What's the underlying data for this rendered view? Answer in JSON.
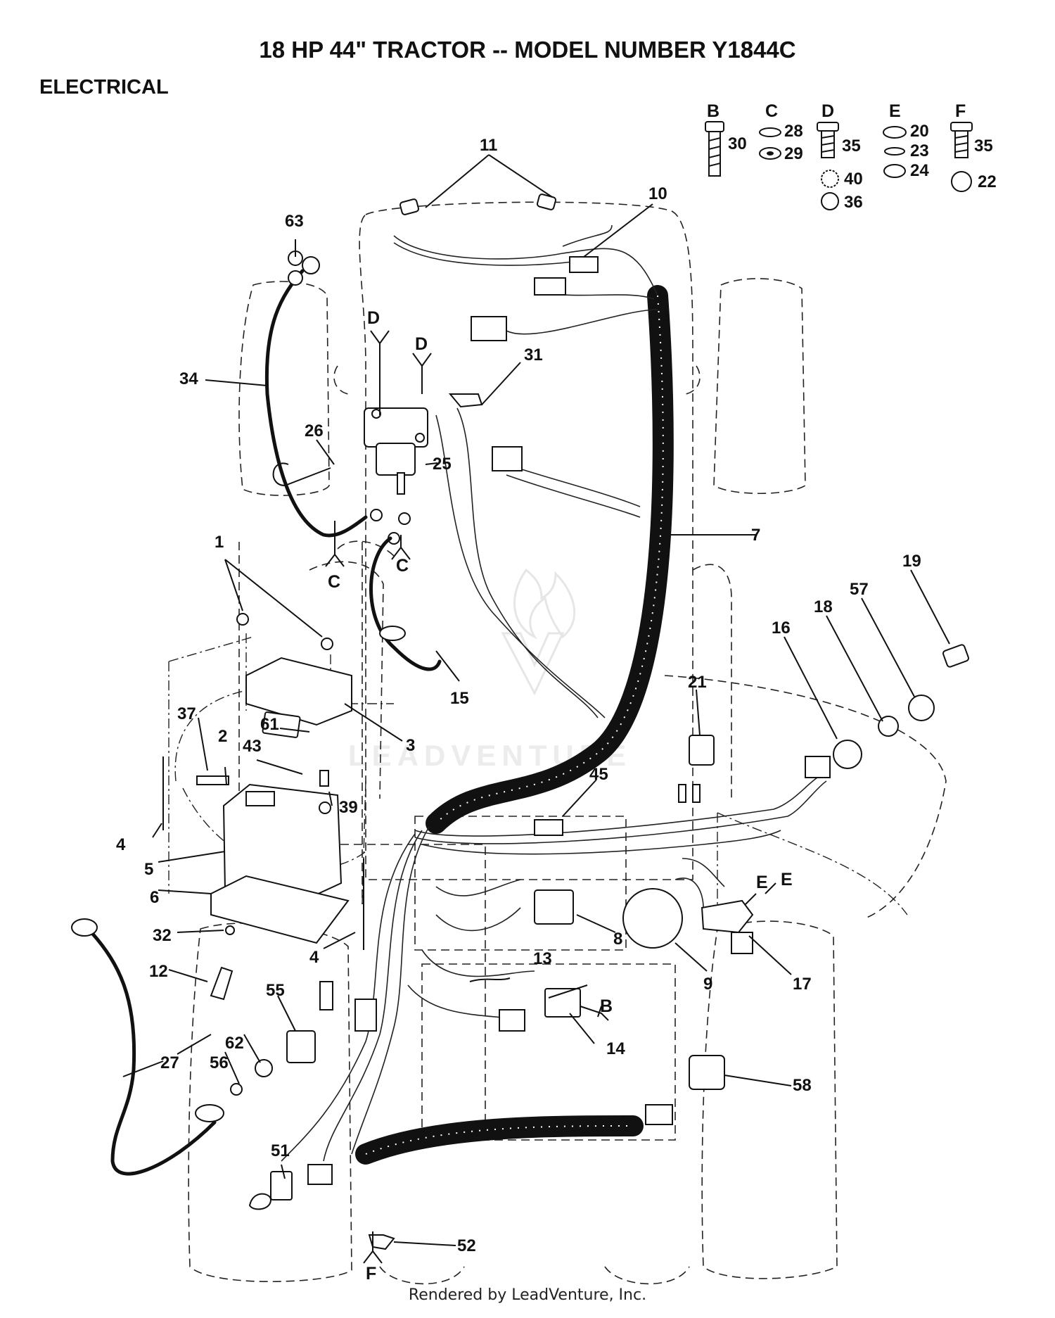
{
  "header": {
    "title": "18 HP 44\" TRACTOR -- MODEL NUMBER Y1844C",
    "section": "ELECTRICAL"
  },
  "footer": {
    "credit": "Rendered by LeadVenture, Inc."
  },
  "watermark": {
    "text": "LEADVENTURE"
  },
  "hardware_legend": {
    "B": {
      "letter": "B",
      "parts": [
        "30"
      ]
    },
    "C": {
      "letter": "C",
      "parts": [
        "28",
        "29"
      ]
    },
    "D": {
      "letter": "D",
      "parts": [
        "35",
        "40",
        "36"
      ]
    },
    "E": {
      "letter": "E",
      "parts": [
        "20",
        "23",
        "24"
      ]
    },
    "F": {
      "letter": "F",
      "parts": [
        "35",
        "22"
      ]
    }
  },
  "callouts": {
    "p1": "1",
    "p2": "2",
    "p3": "3",
    "p4a": "4",
    "p4b": "4",
    "p5": "5",
    "p6": "6",
    "p7": "7",
    "p8": "8",
    "p9": "9",
    "p10": "10",
    "p11": "11",
    "p12": "12",
    "p13": "13",
    "p14": "14",
    "p15": "15",
    "p16": "16",
    "p17": "17",
    "p18": "18",
    "p19": "19",
    "p21": "21",
    "p25": "25",
    "p26": "26",
    "p27": "27",
    "p31": "31",
    "p32": "32",
    "p34": "34",
    "p37": "37",
    "p39": "39",
    "p43": "43",
    "p45": "45",
    "p51": "51",
    "p52": "52",
    "p55": "55",
    "p56": "56",
    "p57": "57",
    "p58": "58",
    "p61": "61",
    "p62": "62",
    "p63": "63"
  },
  "hardware_refs": {
    "D1": "D",
    "D2": "D",
    "C1": "C",
    "C2": "C",
    "B1": "B",
    "E1": "E",
    "E2": "E",
    "F1": "F"
  },
  "colors": {
    "ink": "#111111",
    "paper": "#ffffff",
    "watermark": "#e6e6e6"
  }
}
